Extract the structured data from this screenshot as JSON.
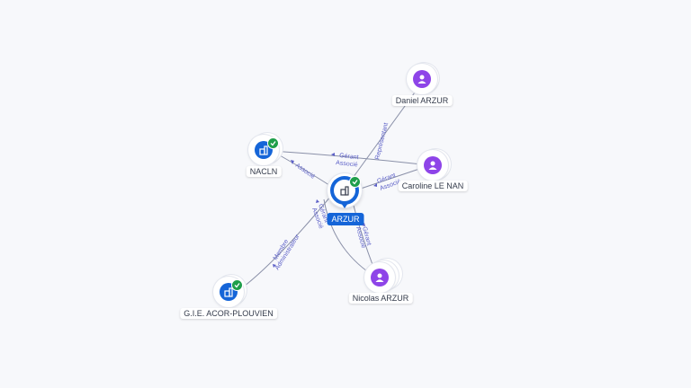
{
  "nodes": {
    "central": {
      "label": "ARZUR",
      "icon": "company-building-icon",
      "verified": true
    },
    "daniel": {
      "label": "Daniel ARZUR",
      "icon": "person-icon"
    },
    "caroline": {
      "label": "Caroline LE NAN",
      "icon": "person-icon"
    },
    "nacln": {
      "label": "NACLN",
      "icon": "company-building-icon",
      "verified": true
    },
    "gie": {
      "label": "G.I.E. ACOR-PLOUVIEN",
      "icon": "company-building-icon",
      "verified": true
    },
    "nicolas": {
      "label": "Nicolas ARZUR",
      "icon": "person-icon"
    }
  },
  "edges": {
    "daniel_central": {
      "label": "Représentant"
    },
    "nacln_caroline": {
      "label1": "Gérant",
      "label2": "Associé"
    },
    "caroline_central": {
      "label1": "Gérant",
      "label2": "Associé"
    },
    "nacln_central": {
      "label": "Associé"
    },
    "gie_central": {
      "label1": "Membre",
      "label2": "Administrateur"
    },
    "nicolas_central_a": {
      "label1": "Gérant",
      "label2": "Associé"
    },
    "nicolas_central_b": {
      "label1": "Gérant",
      "label2": "Associé"
    }
  },
  "colors": {
    "person": "#8e44e8",
    "company": "#1565d8",
    "verified": "#1e9e4a",
    "edge_label": "#5b5fc7"
  }
}
